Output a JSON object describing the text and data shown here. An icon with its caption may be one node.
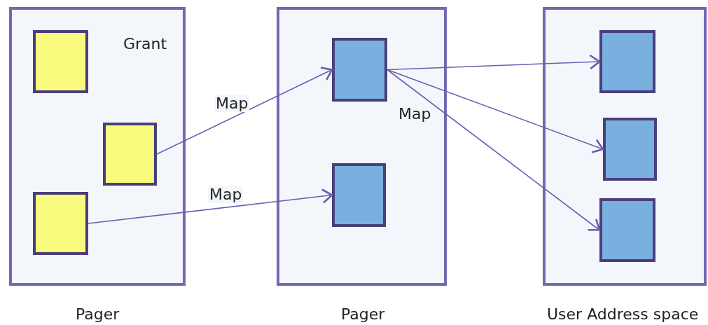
{
  "diagram": {
    "nodes": [
      {
        "text": [
          "Pager"
        ]
      },
      {
        "text": [],
        "shape": "box",
        "in": 0
      },
      {
        "text": [],
        "shape": "box",
        "in": 0
      },
      {
        "text": [],
        "shape": "box",
        "in": 0
      },
      {
        "text": [
          "Pager"
        ]
      },
      {
        "text": [],
        "shape": "box",
        "in": 4
      },
      {
        "text": [],
        "shape": "box",
        "in": 4
      },
      {
        "text": [
          "User Address space"
        ]
      },
      {
        "text": [],
        "shape": "box",
        "in": 7
      },
      {
        "text": [],
        "shape": "box",
        "in": 7
      },
      {
        "text": [],
        "shape": "box",
        "in": 7
      }
    ],
    "edges": [
      {
        "from": 2,
        "to": 5,
        "arrow": "to",
        "label": "Map"
      },
      {
        "from": 3,
        "to": 6,
        "arrow": "to",
        "label": "Map"
      },
      {
        "from": 5,
        "to": 8,
        "arrow": "to"
      },
      {
        "from": 5,
        "to": 9,
        "arrow": "to"
      },
      {
        "from": 5,
        "to": 10,
        "arrow": "to",
        "label": "Map"
      }
    ],
    "labels": [
      "Grant"
    ]
  }
}
